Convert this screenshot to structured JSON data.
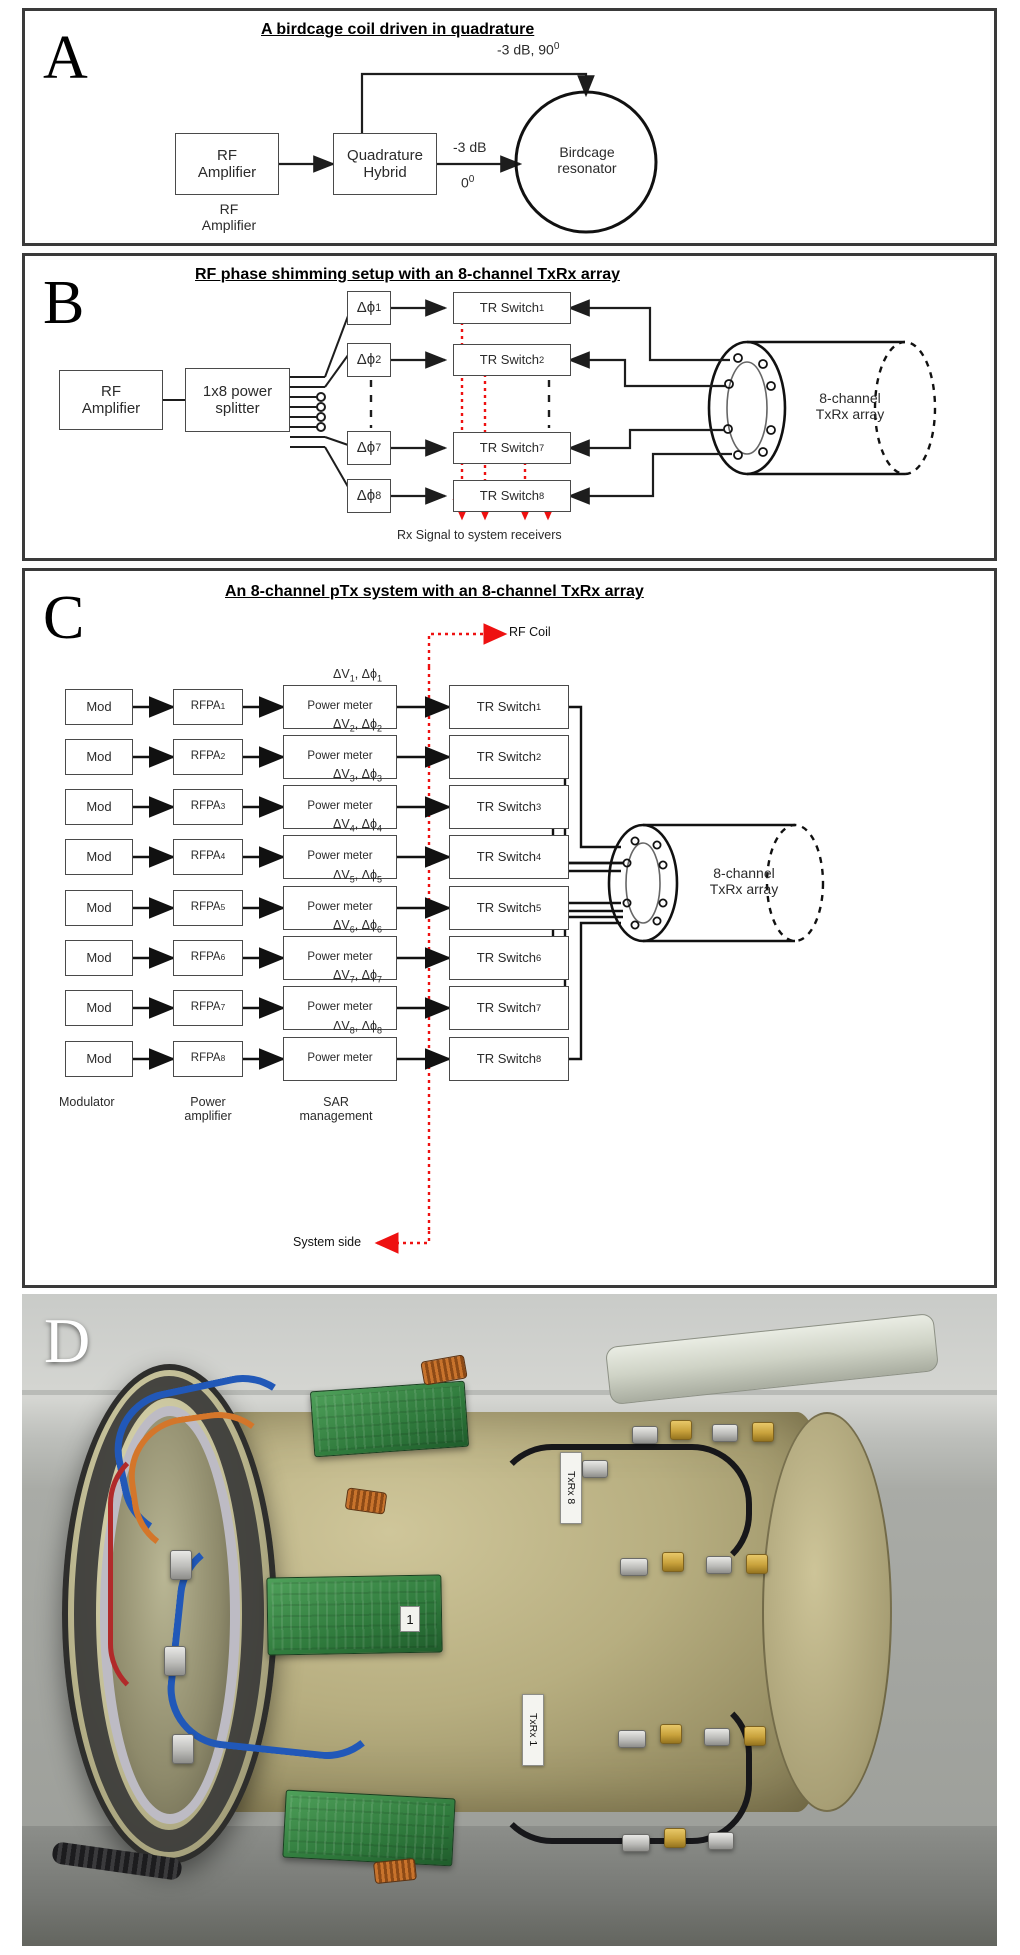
{
  "figure": {
    "panels": [
      "A",
      "B",
      "C",
      "D"
    ]
  },
  "panel_a": {
    "letter": "A",
    "title": "A birdcage coil driven in quadrature",
    "boxes": {
      "rf_amplifier": "RF\nAmplifier",
      "rf_amplifier_line1": "RF",
      "rf_amplifier_line2": "Amplifier",
      "quadrature_hybrid_line1": "Quadrature",
      "quadrature_hybrid_line2": "Hybrid",
      "resonator_line1": "Birdcage",
      "resonator_line2": "resonator"
    },
    "labels": {
      "top_branch": "-3 dB, 90",
      "top_branch_sup": "0",
      "direct_branch": "-3 dB",
      "direct_phase": "0",
      "direct_phase_sup": "0",
      "caption_line1": "RF",
      "caption_line2": "Amplifier"
    }
  },
  "panel_b": {
    "letter": "B",
    "title": "RF phase shimming setup with an 8-channel TxRx array",
    "boxes": {
      "rf_amplifier_line1": "RF",
      "rf_amplifier_line2": "Amplifier",
      "splitter_line1": "1x8 power",
      "splitter_line2": "splitter",
      "array_line1": "8-channel",
      "array_line2": "TxRx array"
    },
    "phase_shifters": [
      {
        "base": "Δϕ",
        "sub": "1"
      },
      {
        "base": "Δϕ",
        "sub": "2"
      },
      {
        "base": "Δϕ",
        "sub": "7"
      },
      {
        "base": "Δϕ",
        "sub": "8"
      }
    ],
    "tr_switches": [
      {
        "base": "TR Switch",
        "sub": "1"
      },
      {
        "base": "TR Switch",
        "sub": "2"
      },
      {
        "base": "TR Switch",
        "sub": "7"
      },
      {
        "base": "TR Switch",
        "sub": "8"
      }
    ],
    "rx_note": "Rx Signal to system receivers",
    "colors": {
      "rx_dotted": "#ee1111"
    }
  },
  "panel_c": {
    "letter": "C",
    "title": "An 8-channel pTx system with an 8-channel TxRx array",
    "rf_coil_label": "RF Coil",
    "system_side_label": "System side",
    "column_captions": {
      "modulator": "Modulator",
      "power_amplifier_line1": "Power",
      "power_amplifier_line2": "amplifier",
      "sar_line1": "SAR",
      "sar_line2": "management"
    },
    "array_line1": "8-channel",
    "array_line2": "TxRx array",
    "rows": [
      {
        "mod": "Mod",
        "rfpa": "RFPA",
        "rfpa_sub": "1",
        "meter": "Power meter",
        "delta": "ΔV",
        "delta_sub": "1",
        "delta2": ", Δϕ",
        "delta2_sub": "1",
        "switch": "TR Switch",
        "switch_sub": "1"
      },
      {
        "mod": "Mod",
        "rfpa": "RFPA",
        "rfpa_sub": "2",
        "meter": "Power meter",
        "delta": "ΔV",
        "delta_sub": "2",
        "delta2": ", Δϕ",
        "delta2_sub": "2",
        "switch": "TR Switch",
        "switch_sub": "2"
      },
      {
        "mod": "Mod",
        "rfpa": "RFPA",
        "rfpa_sub": "3",
        "meter": "Power meter",
        "delta": "ΔV",
        "delta_sub": "3",
        "delta2": ", Δϕ",
        "delta2_sub": "3",
        "switch": "TR Switch",
        "switch_sub": "3"
      },
      {
        "mod": "Mod",
        "rfpa": "RFPA",
        "rfpa_sub": "4",
        "meter": "Power meter",
        "delta": "ΔV",
        "delta_sub": "4",
        "delta2": ", Δϕ",
        "delta2_sub": "4",
        "switch": "TR Switch",
        "switch_sub": "4"
      },
      {
        "mod": "Mod",
        "rfpa": "RFPA",
        "rfpa_sub": "5",
        "meter": "Power meter",
        "delta": "ΔV",
        "delta_sub": "5",
        "delta2": ", Δϕ",
        "delta2_sub": "5",
        "switch": "TR Switch",
        "switch_sub": "5"
      },
      {
        "mod": "Mod",
        "rfpa": "RFPA",
        "rfpa_sub": "6",
        "meter": "Power meter",
        "delta": "ΔV",
        "delta_sub": "6",
        "delta2": ", Δϕ",
        "delta2_sub": "6",
        "switch": "TR Switch",
        "switch_sub": "6"
      },
      {
        "mod": "Mod",
        "rfpa": "RFPA",
        "rfpa_sub": "7",
        "meter": "Power meter",
        "delta": "ΔV",
        "delta_sub": "7",
        "delta2": ", Δϕ",
        "delta2_sub": "7",
        "switch": "TR Switch",
        "switch_sub": "7"
      },
      {
        "mod": "Mod",
        "rfpa": "RFPA",
        "rfpa_sub": "8",
        "meter": "Power meter",
        "delta": "ΔV",
        "delta_sub": "8",
        "delta2": ", Δϕ",
        "delta2_sub": "8",
        "switch": "TR Switch",
        "switch_sub": "8"
      }
    ],
    "colors": {
      "rf_coil_dotted": "#ee1111"
    }
  },
  "panel_d": {
    "letter": "D",
    "tags": [
      {
        "text": "TxRx 8"
      },
      {
        "text": "TxRx 1"
      }
    ],
    "board_label": "1"
  }
}
